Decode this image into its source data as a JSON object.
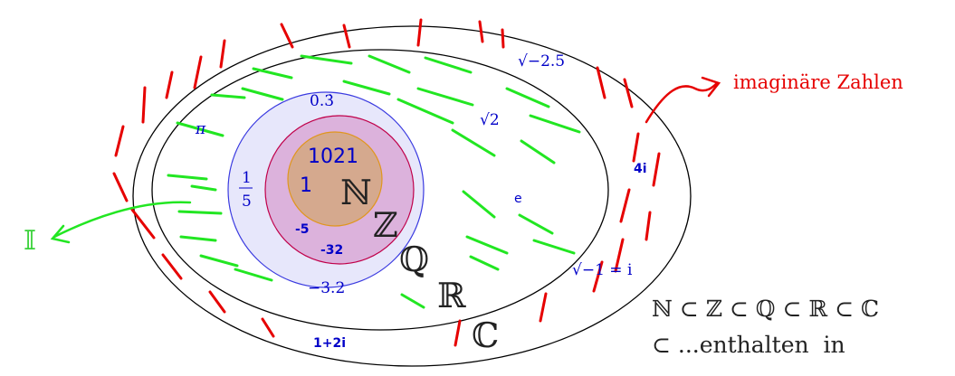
{
  "sets": {
    "naturals": "ℕ",
    "integers": "ℤ",
    "rationals": "ℚ",
    "reals": "ℝ",
    "complex": "ℂ",
    "irrationals": "𝕀"
  },
  "elements": {
    "naturals": [
      "1021",
      "1"
    ],
    "integers": [
      "-5",
      "-32"
    ],
    "rationals": {
      "repeating": "0.3̇",
      "fraction_num": "1",
      "fraction_den": "5",
      "decimal": "−3.2"
    },
    "irrationals": {
      "pi": "π",
      "sqrt2": "√2",
      "e": "e"
    },
    "imaginary": {
      "sqrt_neg_2_5": "√−2.5",
      "four_i": "4i",
      "sqrt_neg_1": "√−1 = i",
      "one_plus_2i": "1+2i"
    }
  },
  "labels": {
    "imaginary_numbers": "imaginäre Zahlen",
    "subset_chain": "ℕ ⊂ ℤ ⊂ ℚ ⊂ ℝ ⊂ ℂ",
    "subset_legend": "⊂ ...enthalten  in"
  },
  "colors": {
    "outline": "#000000",
    "naturals_fill": "#d5a98e",
    "naturals_stroke": "#e0961e",
    "integers_fill": "#dcb2dc",
    "integers_stroke": "#c0004a",
    "rationals_fill": "#e7e7fb",
    "rationals_stroke": "#3a3ae0",
    "element_text": "#0000c8",
    "green_hatch": "#22e622",
    "red_hatch": "#e60000"
  }
}
